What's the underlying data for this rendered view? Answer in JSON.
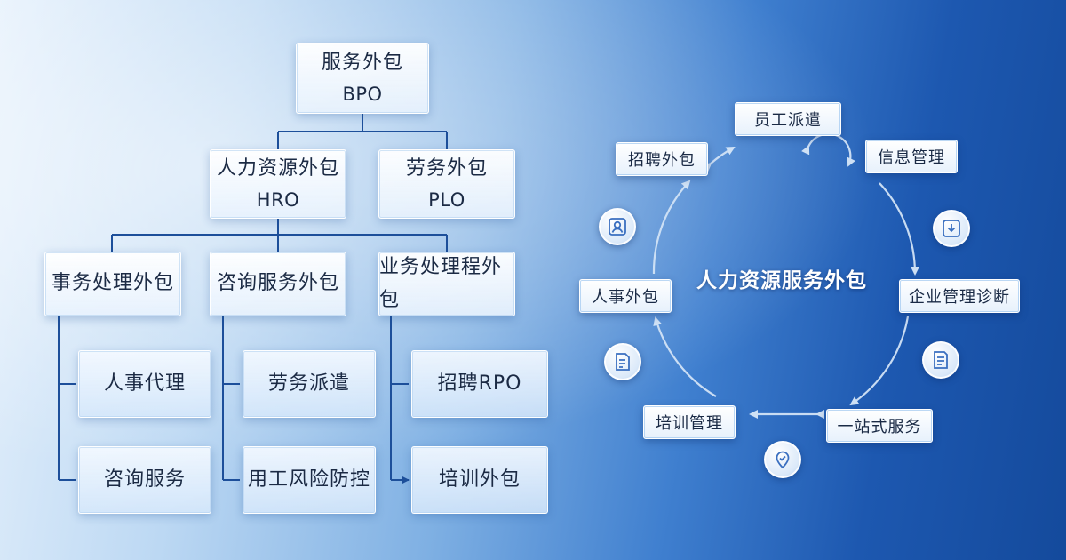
{
  "hierarchy": {
    "root": {
      "label": "服务外包",
      "code": "BPO"
    },
    "hro": {
      "label": "人力资源外包",
      "code": "HRO"
    },
    "plo": {
      "label": "劳务外包",
      "code": "PLO"
    },
    "categories": [
      "事务处理外包",
      "咨询服务外包",
      "业务处理程外包"
    ],
    "leaves": [
      [
        "人事代理",
        "咨询服务"
      ],
      [
        "劳务派遣",
        "用工风险防控"
      ],
      [
        "招聘RPO",
        "培训外包"
      ]
    ]
  },
  "cycle": {
    "center": "人力资源服务外包",
    "nodes": [
      "员工派遣",
      "信息管理",
      "企业管理诊断",
      "一站式服务",
      "培训管理",
      "人事外包",
      "招聘外包"
    ],
    "icons": [
      "user-id-icon",
      "download-icon",
      "document-list-icon",
      "location-pin-icon",
      "form-document-icon"
    ]
  },
  "colors": {
    "line": "#1d4f9a",
    "ring": "#d2e3f6",
    "text": "#1b2a44"
  }
}
